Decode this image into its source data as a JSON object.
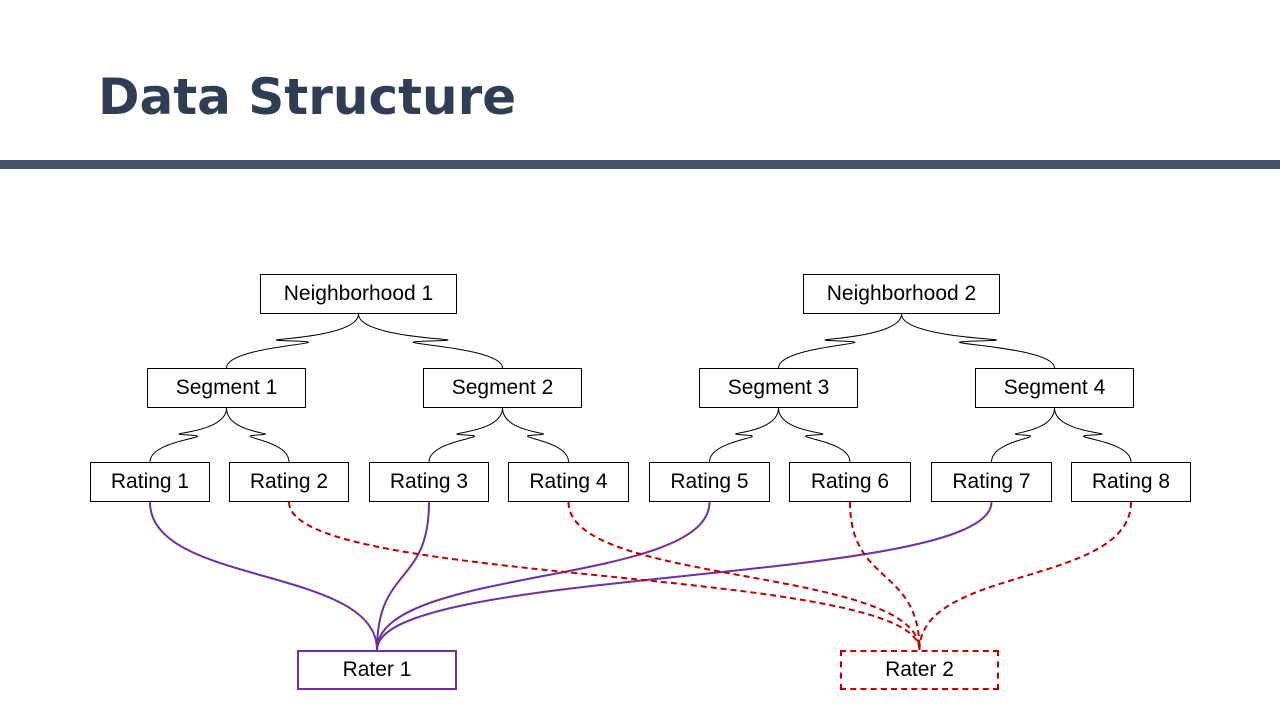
{
  "slide": {
    "title": "Data Structure",
    "title_color": "#2f3e55",
    "rule_color": "#44546a"
  },
  "diagram": {
    "neighborhoods": [
      "Neighborhood 1",
      "Neighborhood 2"
    ],
    "segments": [
      "Segment 1",
      "Segment 2",
      "Segment 3",
      "Segment 4"
    ],
    "ratings": [
      "Rating 1",
      "Rating 2",
      "Rating 3",
      "Rating 4",
      "Rating 5",
      "Rating 6",
      "Rating 7",
      "Rating 8"
    ],
    "raters": [
      "Rater 1",
      "Rater 2"
    ],
    "edges": {
      "neighborhood_to_segment": [
        [
          0,
          0
        ],
        [
          0,
          1
        ],
        [
          1,
          2
        ],
        [
          1,
          3
        ]
      ],
      "segment_to_rating": [
        [
          0,
          0
        ],
        [
          0,
          1
        ],
        [
          1,
          2
        ],
        [
          1,
          3
        ],
        [
          2,
          4
        ],
        [
          2,
          5
        ],
        [
          3,
          6
        ],
        [
          3,
          7
        ]
      ],
      "rater_1_ratings": [
        0,
        2,
        4,
        6
      ],
      "rater_2_ratings": [
        1,
        3,
        5,
        7
      ]
    },
    "colors": {
      "tree_line": "#000000",
      "rater_1": "#7030a0",
      "rater_2": "#c00000"
    },
    "line_styles": {
      "rater_1": "solid",
      "rater_2": "dashed"
    }
  }
}
